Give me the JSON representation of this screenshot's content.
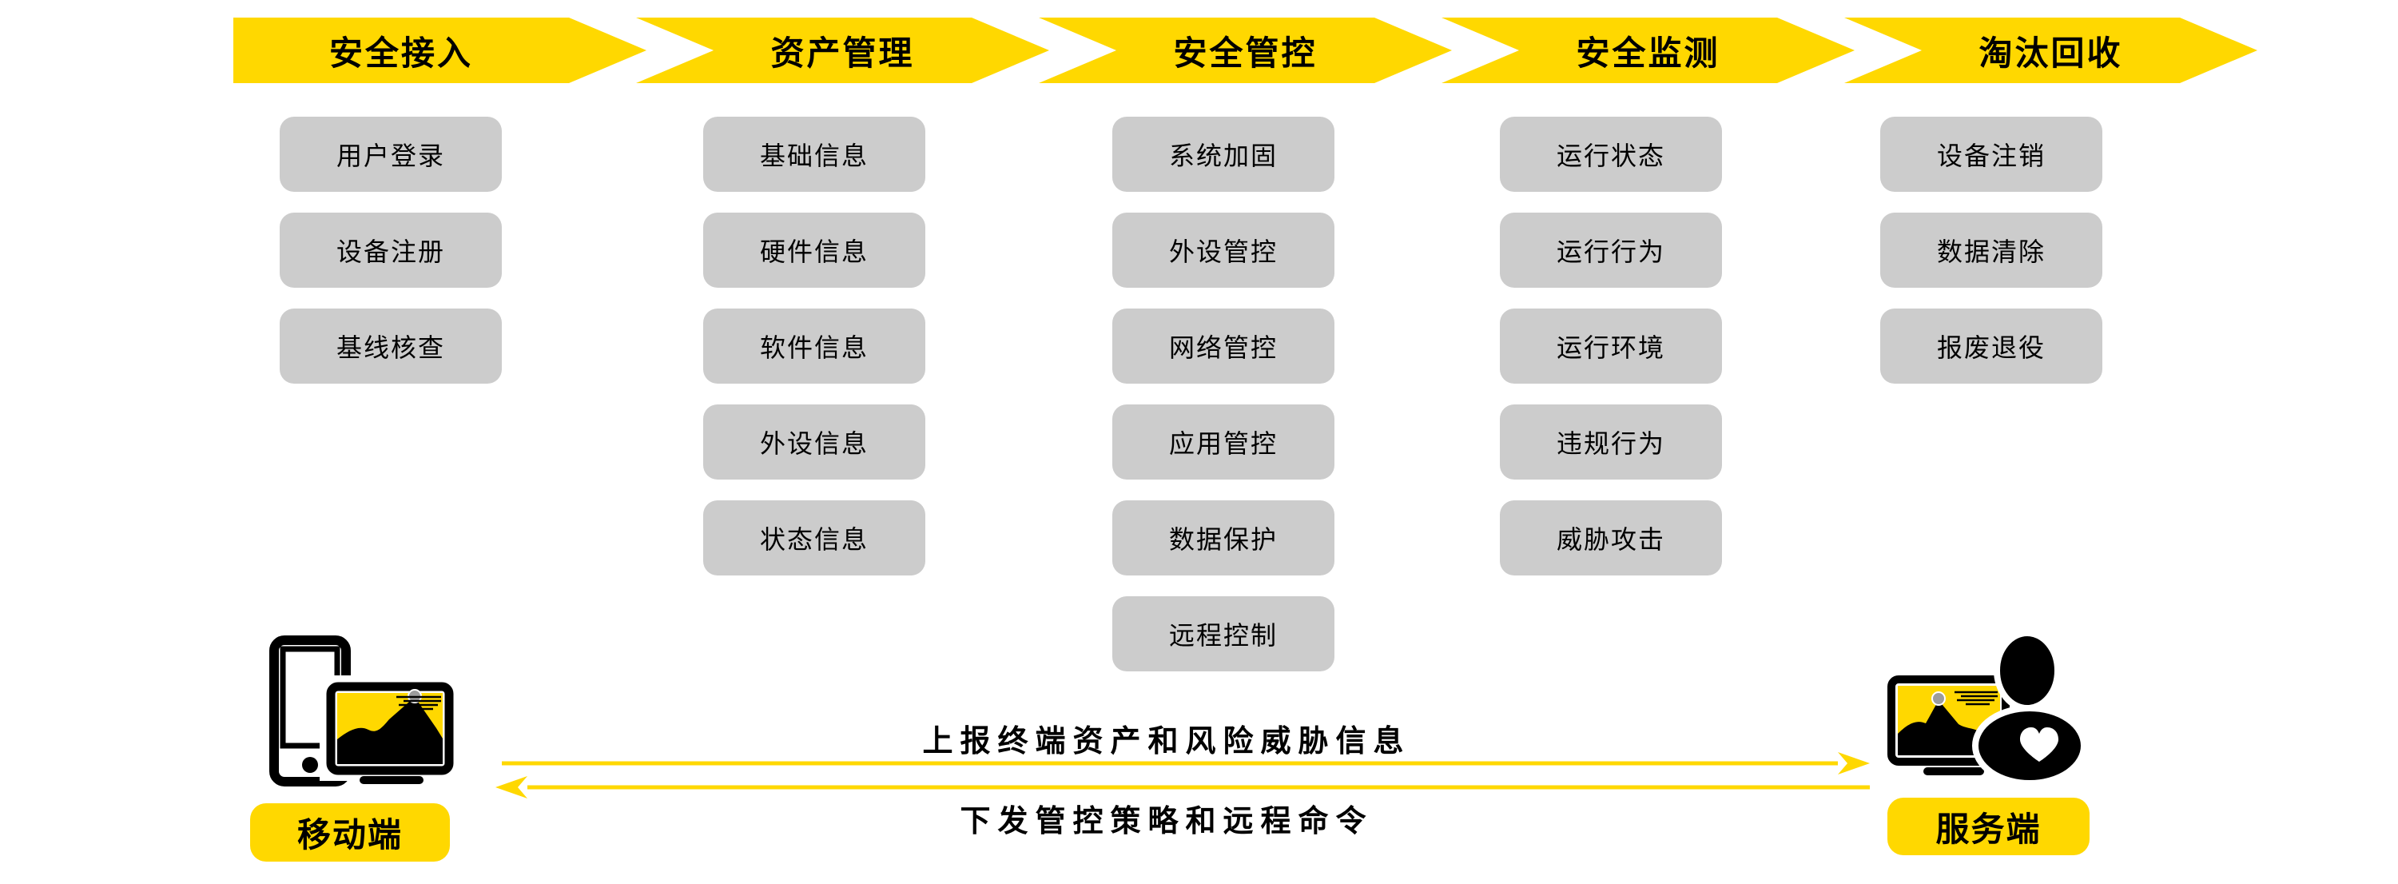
{
  "colors": {
    "accent_yellow": "#FFD800",
    "box_gray": "#CCCCCC",
    "text": "#000000",
    "sun_gray": "#9C9C9C"
  },
  "stages": [
    {
      "label": "安全接入",
      "items": [
        "用户登录",
        "设备注册",
        "基线核查"
      ]
    },
    {
      "label": "资产管理",
      "items": [
        "基础信息",
        "硬件信息",
        "软件信息",
        "外设信息",
        "状态信息"
      ]
    },
    {
      "label": "安全管控",
      "items": [
        "系统加固",
        "外设管控",
        "网络管控",
        "应用管控",
        "数据保护",
        "远程控制"
      ]
    },
    {
      "label": "安全监测",
      "items": [
        "运行状态",
        "运行行为",
        "运行环境",
        "违规行为",
        "威胁攻击"
      ]
    },
    {
      "label": "淘汰回收",
      "items": [
        "设备注销",
        "数据清除",
        "报废退役"
      ]
    }
  ],
  "flows": {
    "upstream": {
      "label": "上报终端资产和风险威胁信息",
      "direction": "right"
    },
    "downstream": {
      "label": "下发管控策略和远程命令",
      "direction": "left"
    }
  },
  "endpoints": {
    "client": {
      "label": "移动端",
      "icon": "mobile-and-monitor-icon"
    },
    "server": {
      "label": "服务端",
      "icon": "monitor-and-operator-icon"
    }
  }
}
